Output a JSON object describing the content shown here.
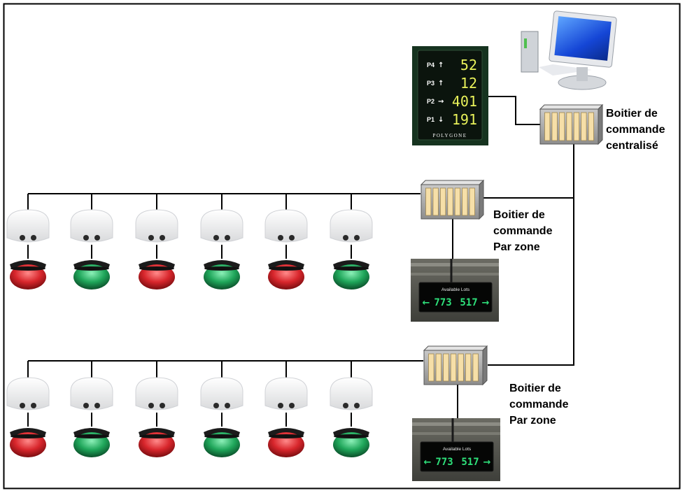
{
  "labels": {
    "central": [
      "Boitier de",
      "commande",
      "centralisé"
    ],
    "zone1": [
      "Boitier de",
      "commande",
      "Par zone"
    ],
    "zone2": [
      "Boitier de",
      "commande",
      "Par zone"
    ]
  },
  "central_panel": {
    "brand": "POLYGONE",
    "rows": [
      {
        "level": "P4",
        "arrow": "↑",
        "value": "52"
      },
      {
        "level": "P3",
        "arrow": "↑",
        "value": "12"
      },
      {
        "level": "P2",
        "arrow": "→",
        "value": "401"
      },
      {
        "level": "P1",
        "arrow": "↓",
        "value": "191"
      }
    ]
  },
  "zone_signs": [
    {
      "caption": "Available Lots",
      "left_arrow": "←",
      "left_value": "773",
      "right_value": "517",
      "right_arrow": "→"
    },
    {
      "caption": "Available Lots",
      "left_arrow": "←",
      "left_value": "773",
      "right_value": "517",
      "right_arrow": "→"
    }
  ],
  "sensor_rows": [
    {
      "indicators": [
        "red",
        "green",
        "red",
        "green",
        "red",
        "green"
      ]
    },
    {
      "indicators": [
        "red",
        "green",
        "red",
        "green",
        "red",
        "green"
      ]
    }
  ],
  "colors": {
    "red_light": "#d8262c",
    "green_light": "#1fa65a",
    "digit_yellow": "#e9f25a",
    "sign_green": "#2ee07a",
    "controller_bar": "#f6dfa8"
  }
}
